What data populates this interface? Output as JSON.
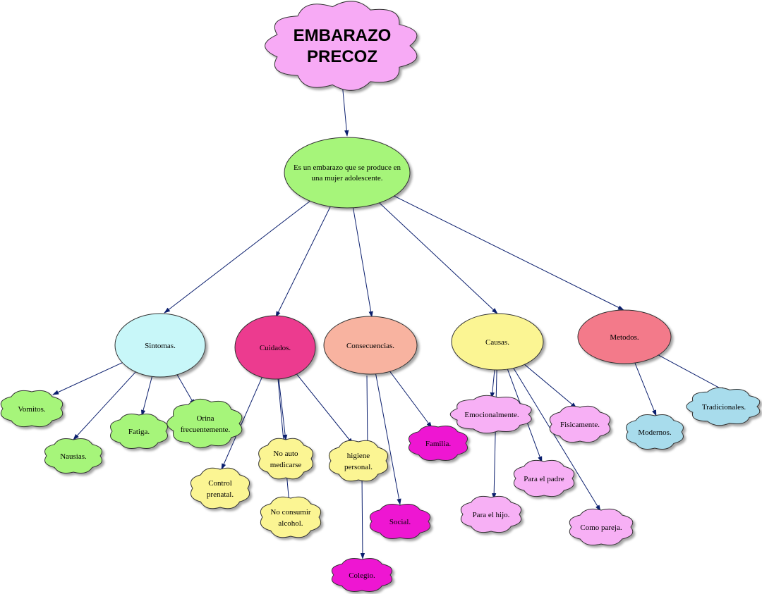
{
  "title": "EMBARAZO PRECOZ",
  "colors": {
    "title_cloud": "#f7aaf5",
    "definition": "#a6f57a",
    "sintomas": "#c8f7f9",
    "cuidados": "#ec3b8f",
    "consecuencias": "#f8b3a0",
    "causas": "#fbf593",
    "metodos": "#f37a8a",
    "green_cloud": "#a6f57a",
    "yellow_cloud": "#fbf593",
    "magenta_cloud": "#ee14d2",
    "pink_cloud": "#f7b0f5",
    "blue_cloud": "#a8dcec",
    "edge": "#0b1f6e"
  },
  "nodes": {
    "title_line1": "EMBARAZO",
    "title_line2": "PRECOZ",
    "definition_line1": "Es un embarazo que se produce en",
    "definition_line2": "una mujer adolescente.",
    "sintomas": "Sintomas.",
    "cuidados": "Cuidados.",
    "consecuencias": "Consecuencias.",
    "causas": "Causas.",
    "metodos": "Metodos.",
    "vomitos": "Vomitos.",
    "nausias": "Nausias.",
    "fatiga": "Fatiga.",
    "orina_line1": "Orina",
    "orina_line2": "frecuentemente.",
    "control_line1": "Control",
    "control_line2": "prenatal.",
    "no_auto_line1": "No auto",
    "no_auto_line2": "medicarse",
    "no_consumir_line1": "No consumir",
    "no_consumir_line2": "alcohol.",
    "higiene_line1": "higiene",
    "higiene_line2": "personal.",
    "familia": "Familia.",
    "social": "Social.",
    "colegio": "Colegio.",
    "emocionalmente": "Emocionalmente.",
    "fisicamente": "Fisicamente.",
    "para_el_padre": "Para el padre",
    "para_el_hijo": "Para el hijo.",
    "como_pareja": "Como pareja.",
    "modernos": "Modernos.",
    "tradicionales": "Tradicionales."
  }
}
